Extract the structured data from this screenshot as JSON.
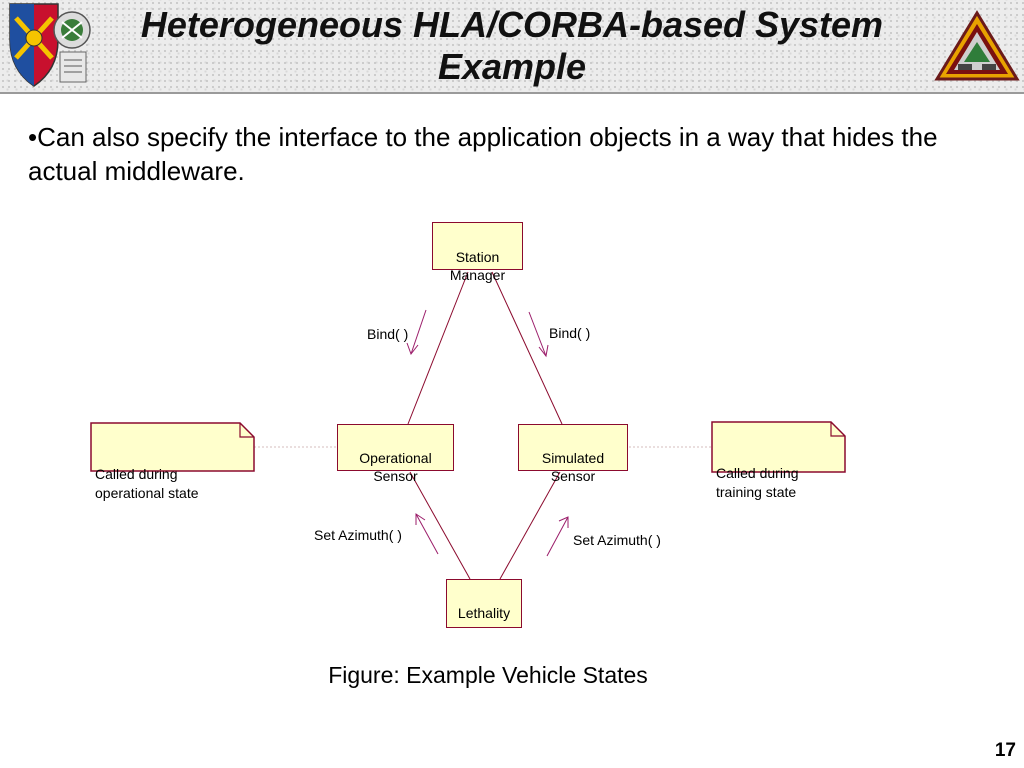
{
  "slide": {
    "title": "Heterogeneous HLA/CORBA-based System\nExample",
    "bullet": "•Can also specify the interface to the application objects in a way that hides the actual middleware.",
    "caption": "Figure: Example Vehicle States",
    "page_number": "17"
  },
  "diagram": {
    "nodes": {
      "station_manager": "Station\nManager",
      "operational_sensor": "Operational\nSensor",
      "simulated_sensor": "Simulated\nSensor",
      "lethality": "Lethality"
    },
    "notes": {
      "operational": "Called during\noperational state",
      "training": "Called during\ntraining state"
    },
    "messages": {
      "bind_left": "Bind( )",
      "bind_right": "Bind( )",
      "set_azimuth_left": "Set Azimuth( )",
      "set_azimuth_right": "Set Azimuth( )"
    }
  },
  "colors": {
    "box_fill": "#ffffcc",
    "box_border": "#8b0a2e",
    "link": "#8b0a2e",
    "arrow": "#9b1d6a"
  },
  "icons": {
    "left_logo": "army-crest-logo",
    "right_logo": "triangle-emblem-logo"
  }
}
